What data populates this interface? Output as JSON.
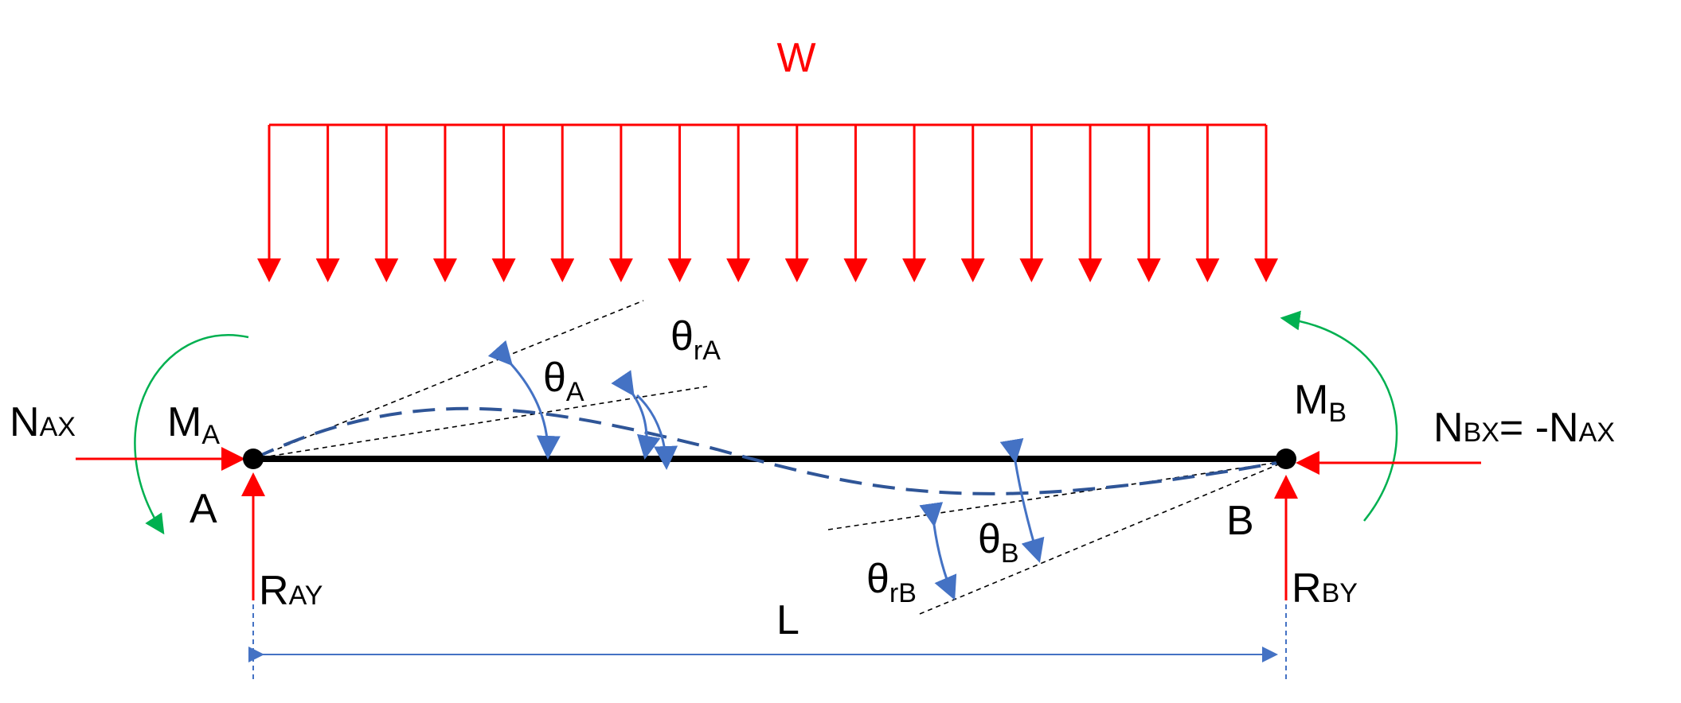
{
  "labels": {
    "load": "W",
    "theta_rA": {
      "base": "θ",
      "sub": "rA"
    },
    "theta_A": {
      "base": "θ",
      "sub": "A"
    },
    "N_AX": {
      "base": "N",
      "sub": "AX"
    },
    "M_A": {
      "base": "M",
      "sub": "A"
    },
    "A": "A",
    "M_B": {
      "base": "M",
      "sub": "B"
    },
    "N_BX": {
      "base": "N",
      "sub": "BX",
      "rest": "= -N",
      "rest_sub": "AX"
    },
    "B": "B",
    "theta_B": {
      "base": "θ",
      "sub": "B"
    },
    "theta_rB": {
      "base": "θ",
      "sub": "rB"
    },
    "R_AY": {
      "base": "R",
      "sub": "AY"
    },
    "R_BY": {
      "base": "R",
      "sub": "BY"
    },
    "span": "L"
  },
  "colors": {
    "load": "#ff0000",
    "beam": "#000000",
    "deflection": "#2f5597",
    "angle": "#4472c4",
    "moment": "#00b050",
    "dimension": "#4472c4"
  },
  "load_arrow_count": 18
}
